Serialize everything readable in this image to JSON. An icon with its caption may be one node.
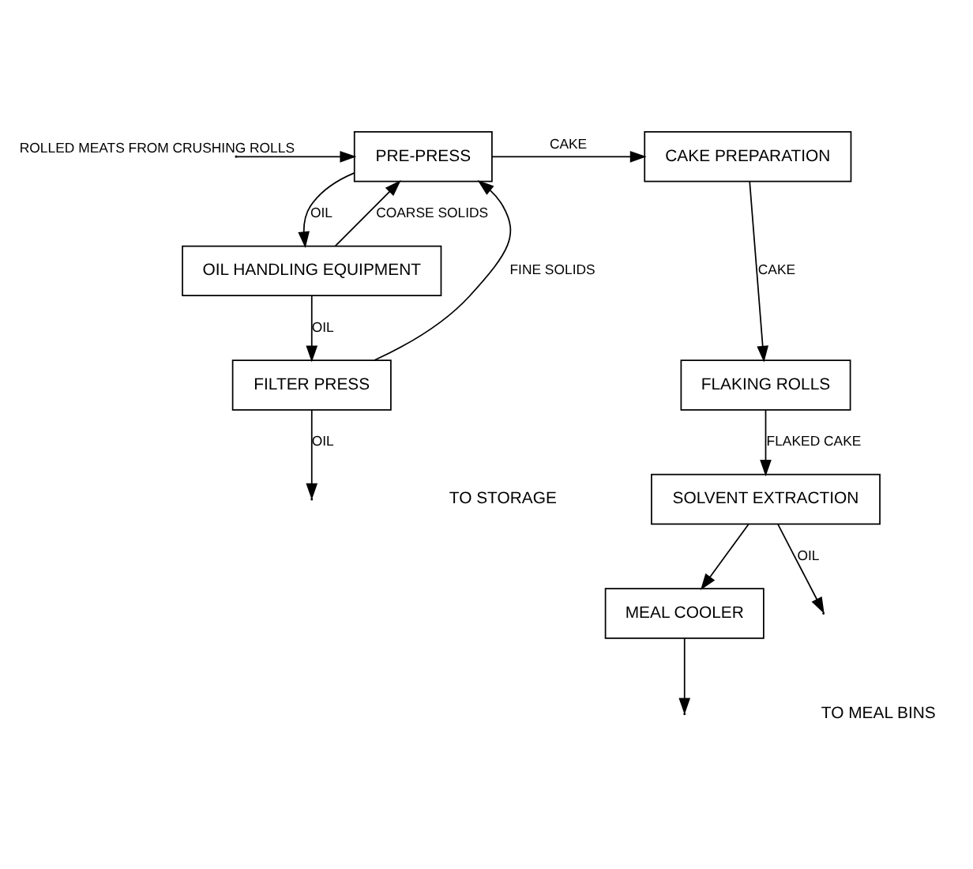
{
  "diagram": {
    "nodes": [
      {
        "text": [
          "PRE-PRESS"
        ]
      },
      {
        "text": [
          "CAKE PREPARATION"
        ]
      },
      {
        "text": [
          "OIL HANDLING EQUIPMENT"
        ]
      },
      {
        "text": [
          "FLAKING ROLLS"
        ]
      },
      {
        "text": [
          "FILTER PRESS"
        ]
      },
      {
        "text": [
          "SOLVENT EXTRACTION"
        ]
      },
      {
        "text": [
          "MEAL COOLER"
        ]
      }
    ],
    "edges": [
      {
        "from": null,
        "to": 0,
        "arrow": "to",
        "label": "ROLLED MEATS FROM CRUSHING ROLLS"
      },
      {
        "from": 0,
        "to": 1,
        "arrow": "to",
        "label": "CAKE"
      },
      {
        "from": 1,
        "to": 3,
        "arrow": "to",
        "label": "CAKE"
      },
      {
        "from": 0,
        "to": 2,
        "arrow": "to",
        "label": "OIL"
      },
      {
        "from": 2,
        "to": 0,
        "arrow": "to",
        "label": "COARSE SOLIDS"
      },
      {
        "from": 2,
        "to": 4,
        "arrow": "to",
        "label": "OIL"
      },
      {
        "from": 4,
        "to": 0,
        "arrow": "to",
        "label": "FINE SOLIDS"
      },
      {
        "from": 3,
        "to": 5,
        "arrow": "to",
        "label": "FLAKED CAKE"
      },
      {
        "from": 4,
        "to": null,
        "arrow": "to",
        "label": "OIL"
      },
      {
        "from": 5,
        "to": null,
        "arrow": "to",
        "label": "OIL"
      },
      {
        "from": 5,
        "to": 6,
        "arrow": "to"
      },
      {
        "from": 6,
        "to": null,
        "arrow": "to"
      }
    ],
    "labels": [
      "TO STORAGE",
      "TO MEAL BINS"
    ]
  }
}
